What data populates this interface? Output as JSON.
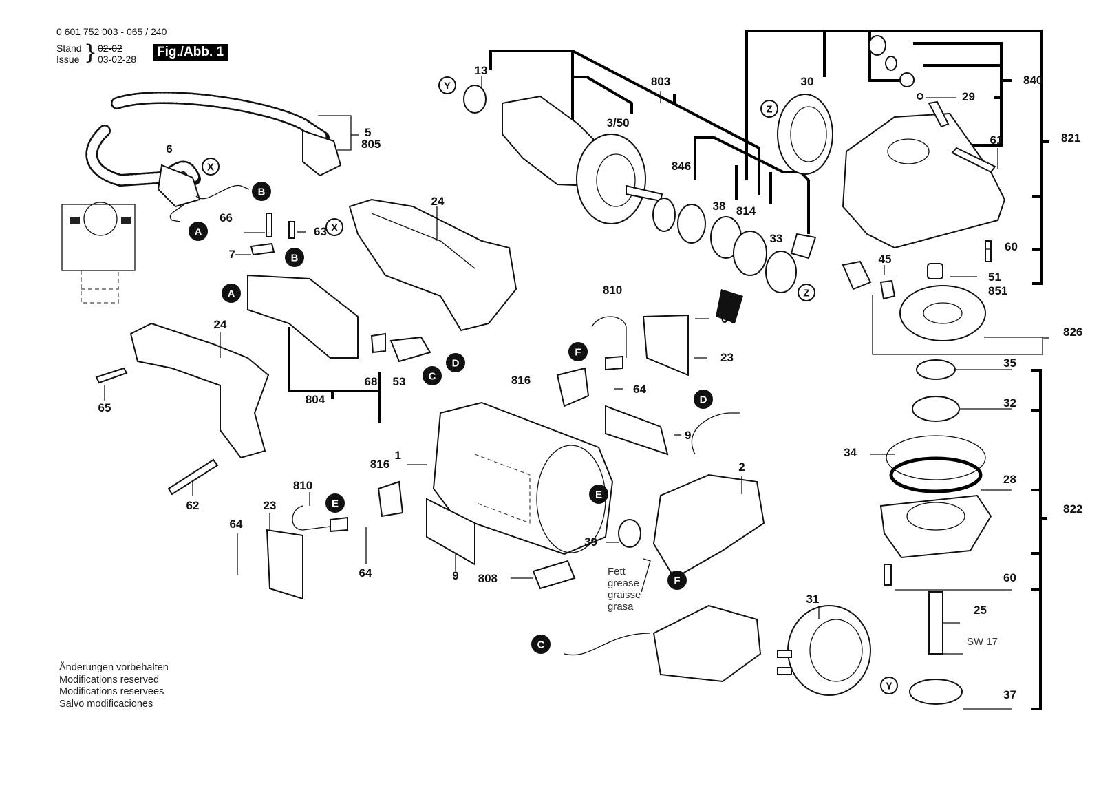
{
  "header": {
    "part_code": "0 601 752 003 - 065 / 240",
    "stand_label": "Stand",
    "issue_label": "Issue",
    "stand_value": "02-02",
    "issue_value": "03-02-28",
    "figure_label": "Fig./Abb. 1"
  },
  "footer": {
    "lines": [
      "Änderungen vorbehalten",
      "Modifications reserved",
      "Modifications reservees",
      "Salvo modificaciones"
    ]
  },
  "grease_note": [
    "Fett",
    "grease",
    "graisse",
    "grasa"
  ],
  "wrench_size": "SW 17",
  "part_numbers": [
    {
      "id": "13",
      "text": "13"
    },
    {
      "id": "803",
      "text": "803"
    },
    {
      "id": "3/50",
      "text": "3/50"
    },
    {
      "id": "846",
      "text": "846"
    },
    {
      "id": "38",
      "text": "38"
    },
    {
      "id": "814",
      "text": "814"
    },
    {
      "id": "33",
      "text": "33"
    },
    {
      "id": "30",
      "text": "30"
    },
    {
      "id": "840",
      "text": "840"
    },
    {
      "id": "29",
      "text": "29"
    },
    {
      "id": "61",
      "text": "61"
    },
    {
      "id": "821",
      "text": "821"
    },
    {
      "id": "60a",
      "text": "60"
    },
    {
      "id": "45",
      "text": "45"
    },
    {
      "id": "51",
      "text": "51"
    },
    {
      "id": "851",
      "text": "851"
    },
    {
      "id": "826",
      "text": "826"
    },
    {
      "id": "35",
      "text": "35"
    },
    {
      "id": "32",
      "text": "32"
    },
    {
      "id": "34",
      "text": "34"
    },
    {
      "id": "28",
      "text": "28"
    },
    {
      "id": "822",
      "text": "822"
    },
    {
      "id": "60b",
      "text": "60"
    },
    {
      "id": "25",
      "text": "25"
    },
    {
      "id": "37",
      "text": "37"
    },
    {
      "id": "5",
      "text": "5"
    },
    {
      "id": "805",
      "text": "805"
    },
    {
      "id": "6",
      "text": "6"
    },
    {
      "id": "66",
      "text": "66"
    },
    {
      "id": "63",
      "text": "63"
    },
    {
      "id": "7",
      "text": "7"
    },
    {
      "id": "24a",
      "text": "24"
    },
    {
      "id": "24b",
      "text": "24"
    },
    {
      "id": "65",
      "text": "65"
    },
    {
      "id": "62",
      "text": "62"
    },
    {
      "id": "68",
      "text": "68"
    },
    {
      "id": "53",
      "text": "53"
    },
    {
      "id": "804",
      "text": "804"
    },
    {
      "id": "810a",
      "text": "810"
    },
    {
      "id": "64a",
      "text": "64"
    },
    {
      "id": "23a",
      "text": "23"
    },
    {
      "id": "816a",
      "text": "816"
    },
    {
      "id": "64b",
      "text": "64"
    },
    {
      "id": "9a",
      "text": "9"
    },
    {
      "id": "1",
      "text": "1"
    },
    {
      "id": "816b",
      "text": "816"
    },
    {
      "id": "810b",
      "text": "810"
    },
    {
      "id": "23b",
      "text": "23"
    },
    {
      "id": "64c",
      "text": "64"
    },
    {
      "id": "64d",
      "text": "64"
    },
    {
      "id": "9b",
      "text": "9"
    },
    {
      "id": "808",
      "text": "808"
    },
    {
      "id": "39",
      "text": "39"
    },
    {
      "id": "2",
      "text": "2"
    },
    {
      "id": "31",
      "text": "31"
    }
  ],
  "connection_markers": [
    {
      "letter": "Y",
      "style": "outline"
    },
    {
      "letter": "Z",
      "style": "outline"
    },
    {
      "letter": "Z",
      "style": "outline"
    },
    {
      "letter": "X",
      "style": "outline"
    },
    {
      "letter": "X",
      "style": "outline"
    },
    {
      "letter": "Y",
      "style": "outline"
    },
    {
      "letter": "B",
      "style": "filled"
    },
    {
      "letter": "A",
      "style": "filled"
    },
    {
      "letter": "B",
      "style": "filled"
    },
    {
      "letter": "A",
      "style": "filled"
    },
    {
      "letter": "D",
      "style": "filled"
    },
    {
      "letter": "C",
      "style": "filled"
    },
    {
      "letter": "F",
      "style": "filled"
    },
    {
      "letter": "D",
      "style": "filled"
    },
    {
      "letter": "E",
      "style": "filled"
    },
    {
      "letter": "E",
      "style": "filled"
    },
    {
      "letter": "F",
      "style": "filled"
    },
    {
      "letter": "C",
      "style": "filled"
    }
  ]
}
